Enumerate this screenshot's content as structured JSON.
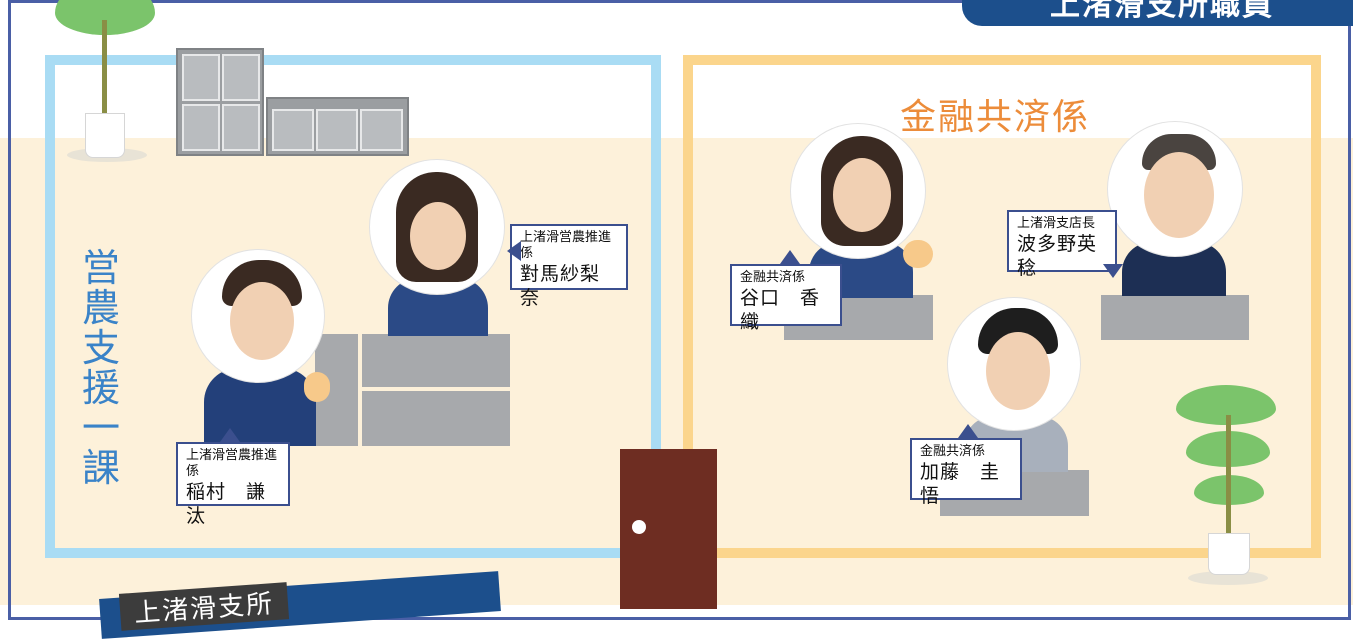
{
  "banner": {
    "title": "上渚滑支所職員"
  },
  "rooms": {
    "left": {
      "dept": "営農支援一課"
    },
    "right": {
      "dept": "金融共済係"
    }
  },
  "staff": [
    {
      "role": "上渚滑営農推進係",
      "name": "對馬紗梨奈"
    },
    {
      "role": "上渚滑営農推進係",
      "name": "稲村　謙汰"
    },
    {
      "role": "金融共済係",
      "name": "谷口　香織"
    },
    {
      "role": "上渚滑支店長",
      "name": "波多野英稔"
    },
    {
      "role": "金融共済係",
      "name": "加藤　圭悟"
    }
  ],
  "sign": {
    "text": "上渚滑支所"
  },
  "colors": {
    "banner": "#1c4f8c",
    "blue_room": "#a9dcf4",
    "orange_room": "#fbd58c",
    "dept_blue": "#3a83c8",
    "dept_orange": "#ec8c3a",
    "door": "#6e2d22"
  }
}
